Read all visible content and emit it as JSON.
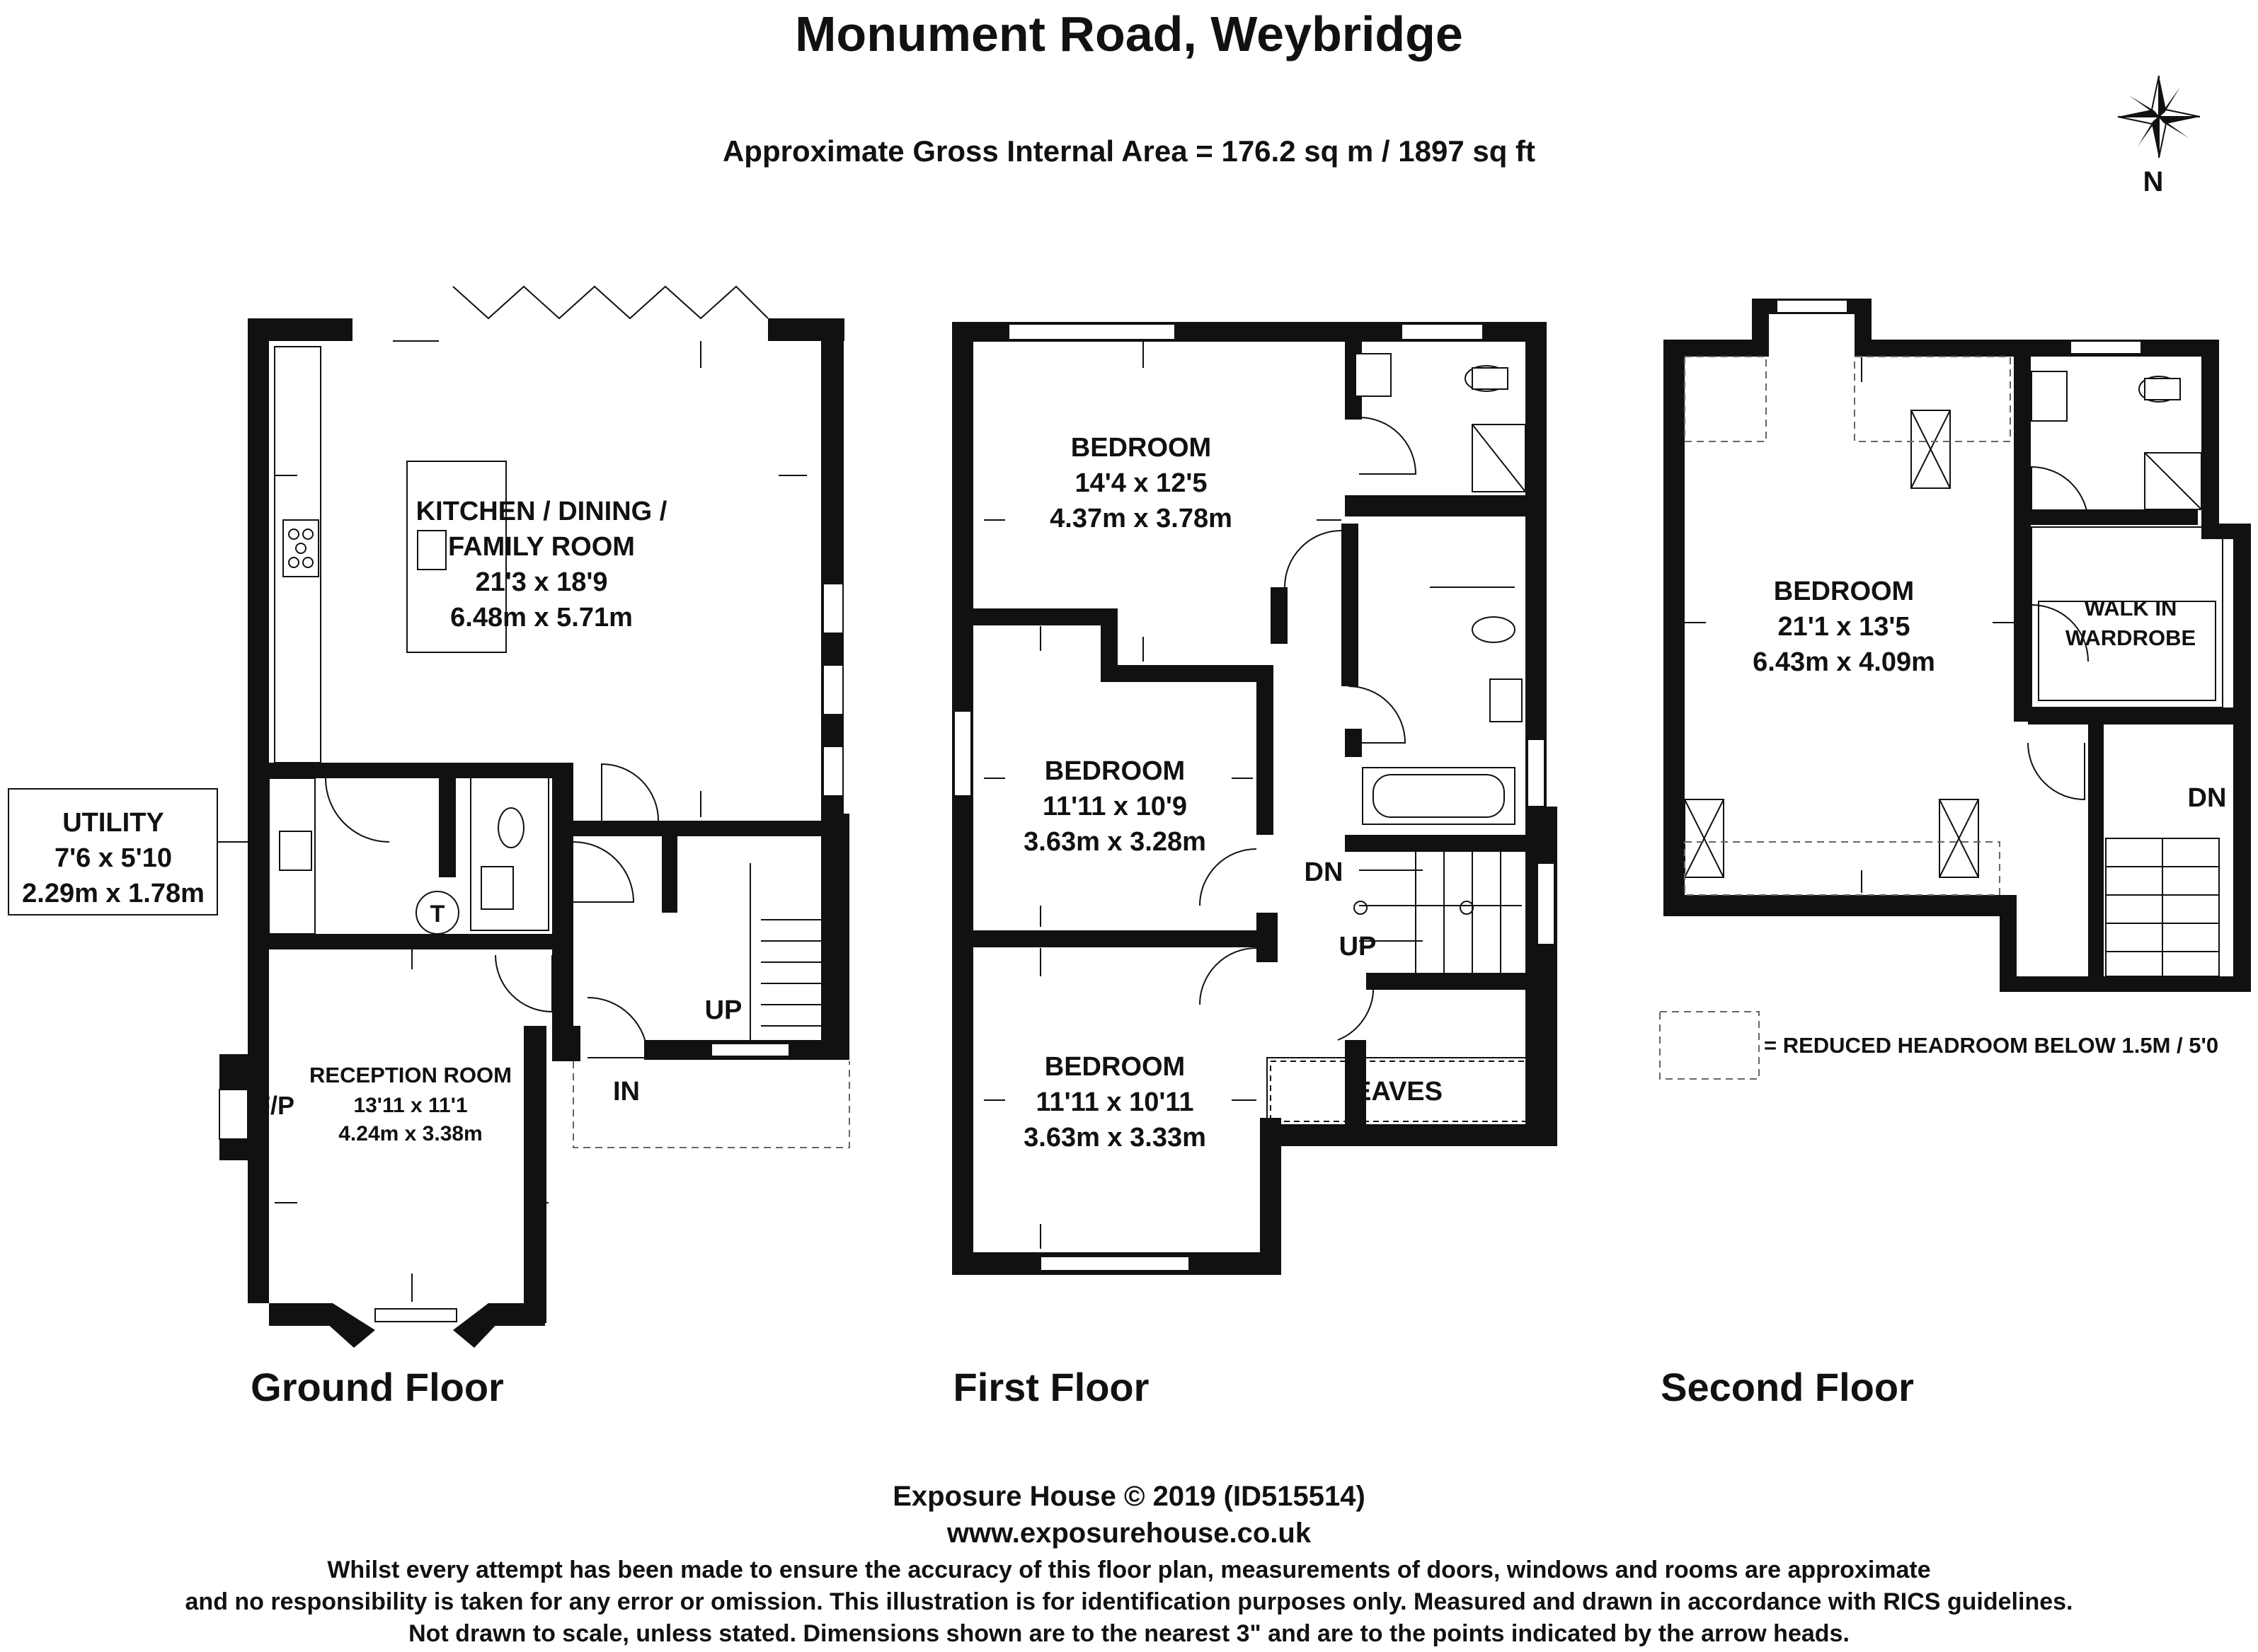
{
  "title": "Monument Road, Weybridge",
  "subtitle": "Approximate Gross Internal Area = 176.2 sq m / 1897 sq ft",
  "compass": {
    "icon": "compass-rose-icon",
    "label": "N"
  },
  "floors": {
    "ground": {
      "label": "Ground Floor",
      "rooms": {
        "kitchen": {
          "name_line1": "KITCHEN / DINING /",
          "name_line2": "FAMILY ROOM",
          "imperial": "21'3 x 18'9",
          "metric": "6.48m x 5.71m"
        },
        "utility": {
          "name": "UTILITY",
          "imperial": "7'6 x 5'10",
          "metric": "2.29m x 1.78m"
        },
        "reception": {
          "name": "RECEPTION ROOM",
          "imperial": "13'11 x 11'1",
          "metric": "4.24m x 3.38m"
        }
      },
      "labels": {
        "fireplace": "F/P",
        "up": "UP",
        "in": "IN",
        "tank": "T"
      }
    },
    "first": {
      "label": "First Floor",
      "rooms": {
        "bedroom1": {
          "name": "BEDROOM",
          "imperial": "14'4 x 12'5",
          "metric": "4.37m x 3.78m"
        },
        "bedroom2": {
          "name": "BEDROOM",
          "imperial": "11'11 x 10'9",
          "metric": "3.63m x 3.28m"
        },
        "bedroom3": {
          "name": "BEDROOM",
          "imperial": "11'11 x 10'11",
          "metric": "3.63m x 3.33m"
        },
        "eaves": {
          "name": "EAVES"
        }
      },
      "labels": {
        "dn": "DN",
        "up": "UP"
      }
    },
    "second": {
      "label": "Second Floor",
      "rooms": {
        "bedroom": {
          "name": "BEDROOM",
          "imperial": "21'1 x 13'5",
          "metric": "6.43m x 4.09m"
        },
        "wardrobe": {
          "name_line1": "WALK IN",
          "name_line2": "WARDROBE"
        }
      },
      "labels": {
        "dn": "DN"
      }
    }
  },
  "legend": {
    "text": "= REDUCED HEADROOM BELOW 1.5M / 5'0"
  },
  "footer": {
    "copyright": "Exposure House © 2019 (ID515514)",
    "website": "www.exposurehouse.co.uk",
    "disclaimer_line1": "Whilst every attempt has been made to ensure the accuracy of this floor plan, measurements of doors, windows and rooms are approximate",
    "disclaimer_line2": "and no responsibility is taken for any error or omission. This illustration is for identification purposes only. Measured and drawn in accordance with RICS guidelines.",
    "disclaimer_line3": "Not drawn to scale, unless stated. Dimensions shown are to the nearest 3\" and are to the points indicated by the arrow heads."
  }
}
